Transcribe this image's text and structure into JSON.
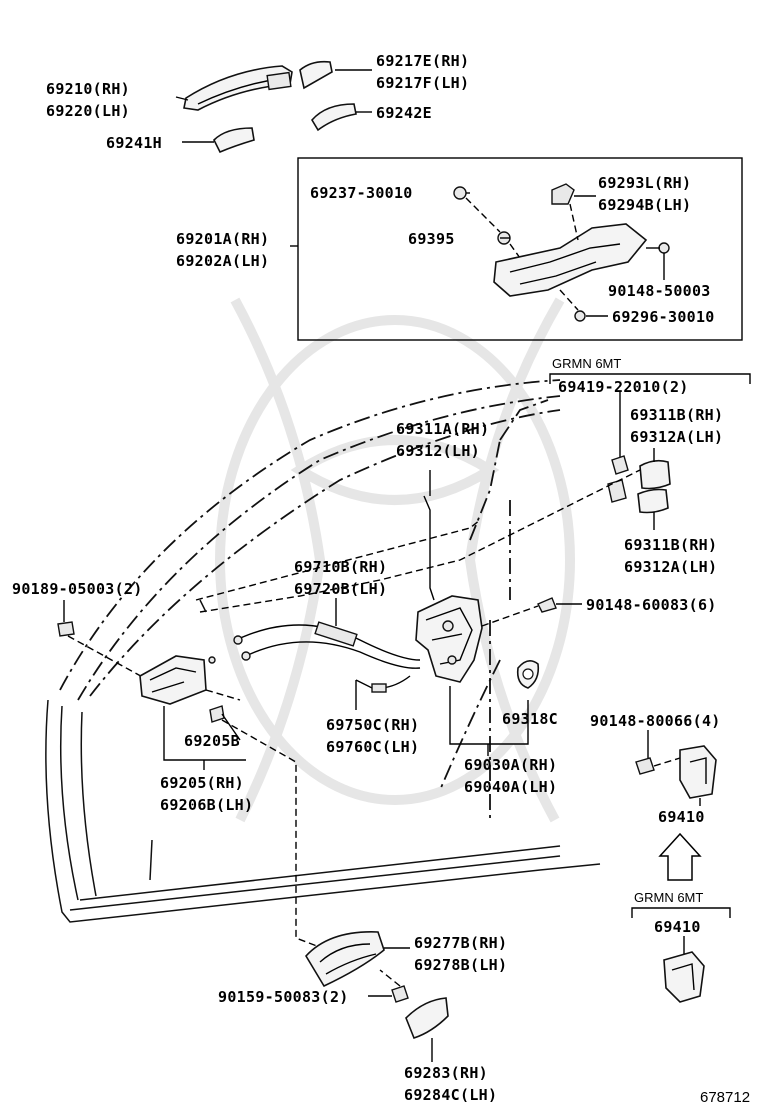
{
  "labels": {
    "l_69210": "69210(RH)",
    "l_69220": "69220(LH)",
    "l_69217E": "69217E(RH)",
    "l_69217F": "69217F(LH)",
    "l_69242E": "69242E",
    "l_69241H": "69241H",
    "l_69237": "69237-30010",
    "l_69395": "69395",
    "l_69293L": "69293L(RH)",
    "l_69294B": "69294B(LH)",
    "l_69201A": "69201A(RH)",
    "l_69202A": "69202A(LH)",
    "l_90148_50003": "90148-50003",
    "l_69296": "69296-30010",
    "l_grmn_top": "GRMN 6MT",
    "l_69419": "69419-22010(2)",
    "l_69311A": "69311A(RH)",
    "l_69312": "69312(LH)",
    "l_69311B_a": "69311B(RH)",
    "l_69312A_a": "69312A(LH)",
    "l_69311B_b": "69311B(RH)",
    "l_69312A_b": "69312A(LH)",
    "l_90189": "90189-05003(2)",
    "l_69710B": "69710B(RH)",
    "l_69720B": "69720B(LH)",
    "l_90148_60083": "90148-60083(6)",
    "l_69318C": "69318C",
    "l_90148_80066": "90148-80066(4)",
    "l_69750C": "69750C(RH)",
    "l_69760C": "69760C(LH)",
    "l_69205B": "69205B",
    "l_69205": "69205(RH)",
    "l_69206B": "69206B(LH)",
    "l_69030A": "69030A(RH)",
    "l_69040A": "69040A(LH)",
    "l_69410_a": "69410",
    "l_grmn_bot": "GRMN 6MT",
    "l_69410_b": "69410",
    "l_69277B": "69277B(RH)",
    "l_69278B": "69278B(LH)",
    "l_90159": "90159-50083(2)",
    "l_69283": "69283(RH)",
    "l_69284C": "69284C(LH)",
    "ref_no": "678712"
  }
}
